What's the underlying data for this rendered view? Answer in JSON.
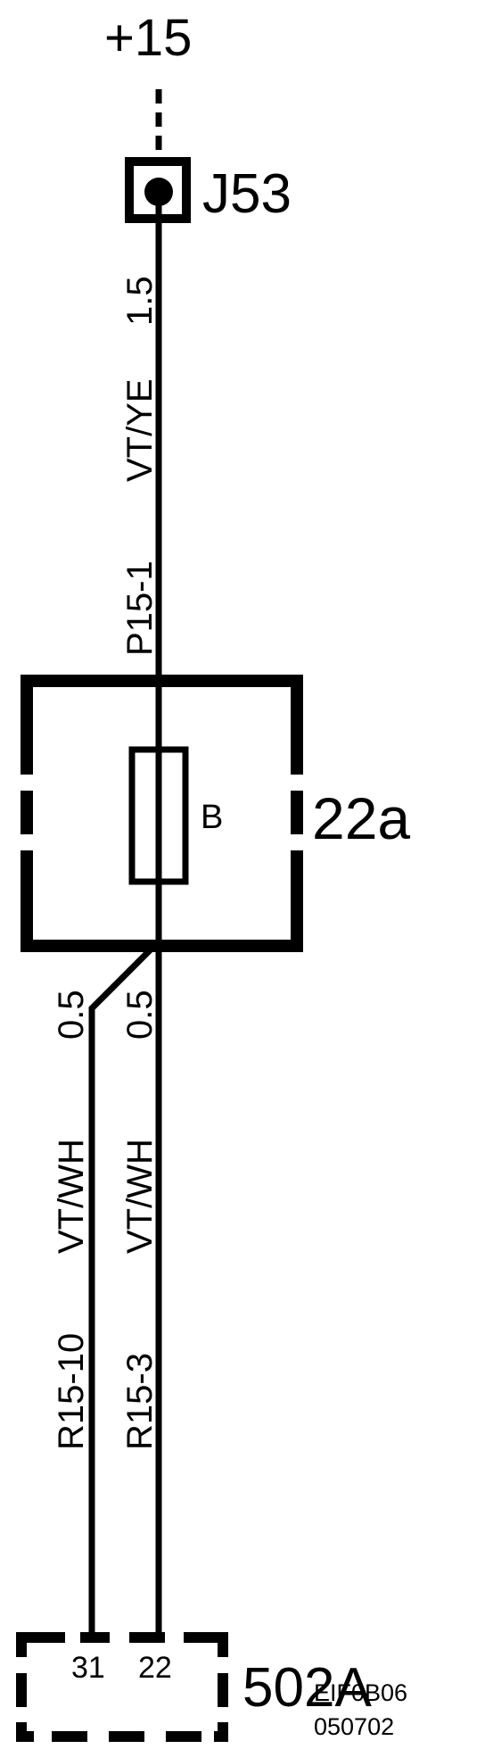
{
  "supply": {
    "label": "+15"
  },
  "connector_top": {
    "label": "J53"
  },
  "wire_top": {
    "size": "1.5",
    "color": "VT/YE",
    "pin": "P15-1"
  },
  "fuse_box": {
    "label": "22a",
    "fuse_label": "B"
  },
  "wire_left": {
    "size": "0.5",
    "color": "VT/WH",
    "pin": "R15-10"
  },
  "wire_right": {
    "size": "0.5",
    "color": "VT/WH",
    "pin": "R15-3"
  },
  "connector_bottom": {
    "label": "502A",
    "pin_left": "31",
    "pin_right": "22"
  },
  "footer": {
    "code": "EIF0B06",
    "date": "050702"
  }
}
